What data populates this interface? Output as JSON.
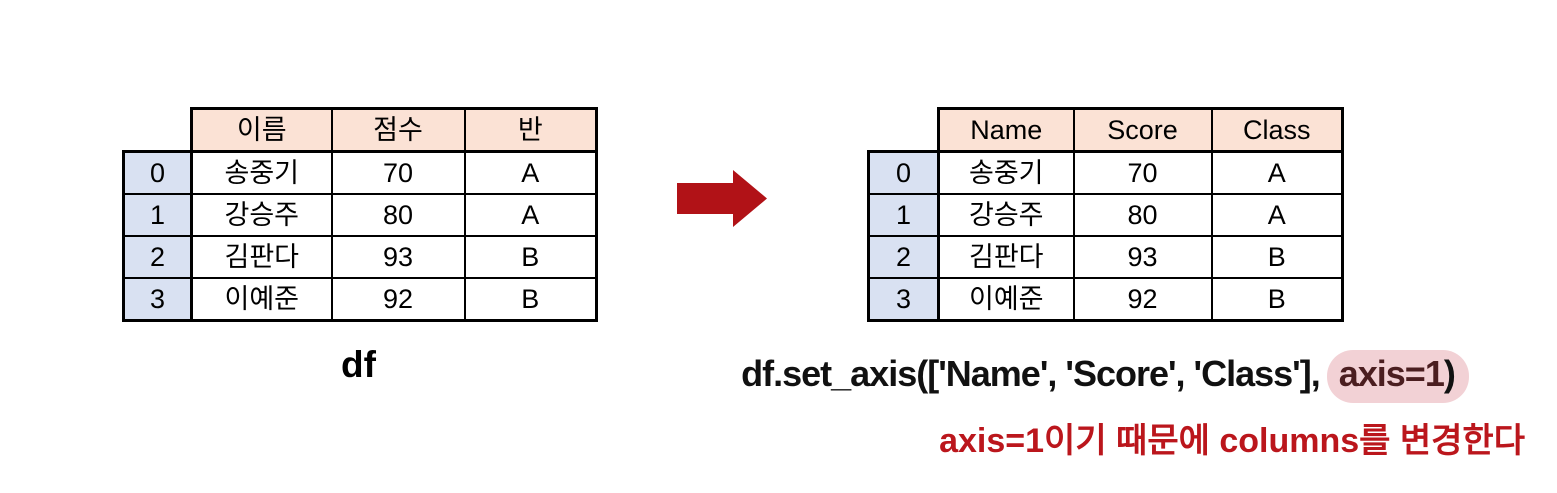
{
  "left_table": {
    "columns": [
      "이름",
      "점수",
      "반"
    ],
    "index": [
      "0",
      "1",
      "2",
      "3"
    ],
    "rows": [
      [
        "송중기",
        "70",
        "A"
      ],
      [
        "강승주",
        "80",
        "A"
      ],
      [
        "김판다",
        "93",
        "B"
      ],
      [
        "이예준",
        "92",
        "B"
      ]
    ],
    "caption": "df"
  },
  "right_table": {
    "columns": [
      "Name",
      "Score",
      "Class"
    ],
    "index": [
      "0",
      "1",
      "2",
      "3"
    ],
    "rows": [
      [
        "송중기",
        "70",
        "A"
      ],
      [
        "강승주",
        "80",
        "A"
      ],
      [
        "김판다",
        "93",
        "B"
      ],
      [
        "이예준",
        "92",
        "B"
      ]
    ],
    "caption_prefix": "df.set_axis(['Name', 'Score', 'Class'],",
    "caption_highlight": "axis=1",
    "caption_suffix": ")"
  },
  "annotation": "axis=1이기 때문에 columns를 변경한다",
  "icons": {
    "arrow": "arrow-right-icon"
  },
  "colors": {
    "header_bg": "#FBE2D5",
    "index_bg": "#D9E1F2",
    "border": "#000000",
    "arrow_red": "#B11217",
    "annotation_red": "#BB161C",
    "highlight_bg": "#F2D1D5",
    "highlight_text": "#4B1E20"
  }
}
